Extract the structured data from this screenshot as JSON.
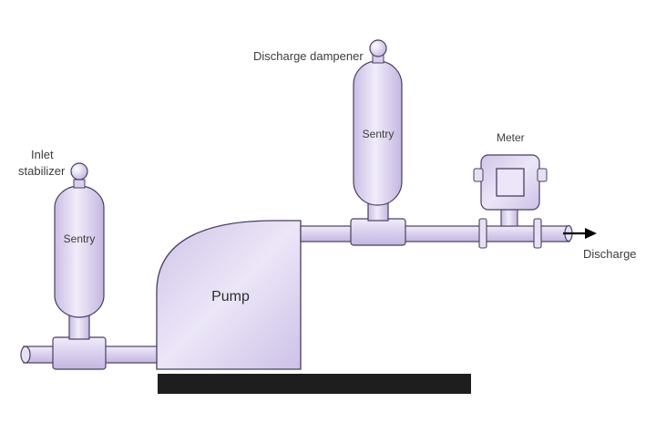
{
  "labels": {
    "inlet_stabilizer_line1": "Inlet",
    "inlet_stabilizer_line2": "stabilizer",
    "discharge_dampener": "Discharge dampener",
    "meter": "Meter",
    "discharge": "Discharge",
    "pump": "Pump",
    "sentry_left": "Sentry",
    "sentry_right": "Sentry"
  },
  "colors": {
    "equipment_fill": "#d9cfee",
    "equipment_highlight": "#f1ecfa",
    "outline": "#4a3f5e",
    "base_plate": "#1e1e1e",
    "text": "#3c3c3c"
  }
}
